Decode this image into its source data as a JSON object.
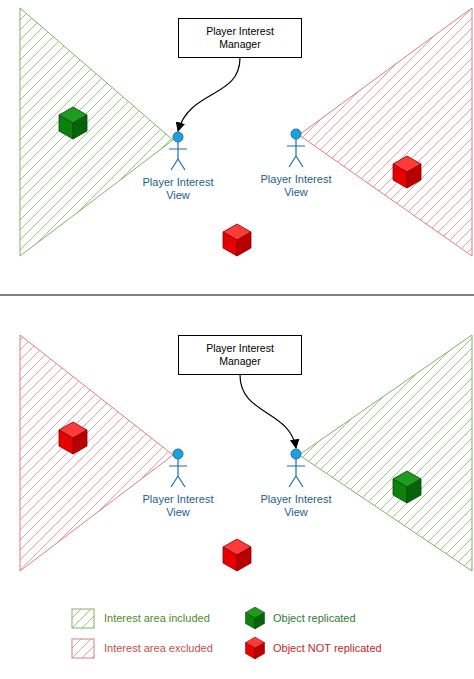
{
  "diagram": {
    "nodes": [
      {
        "text": [
          "Player Interest Manager"
        ]
      },
      {
        "text": [
          "Player Interest View"
        ]
      },
      {
        "text": [
          "Player Interest View"
        ]
      },
      {
        "text": [
          "Player Interest Manager"
        ]
      },
      {
        "text": [
          "Player Interest View"
        ]
      },
      {
        "text": [
          "Player Interest View"
        ]
      }
    ],
    "edges": [
      {
        "from": 0,
        "to": 1,
        "arrow": "to"
      },
      {
        "from": 3,
        "to": 5,
        "arrow": "to"
      }
    ],
    "legend": [
      {
        "text": "Interest area included"
      },
      {
        "text": "Interest area excluded"
      },
      {
        "text": "Object replicated"
      },
      {
        "text": "Object NOT replicated"
      }
    ]
  }
}
